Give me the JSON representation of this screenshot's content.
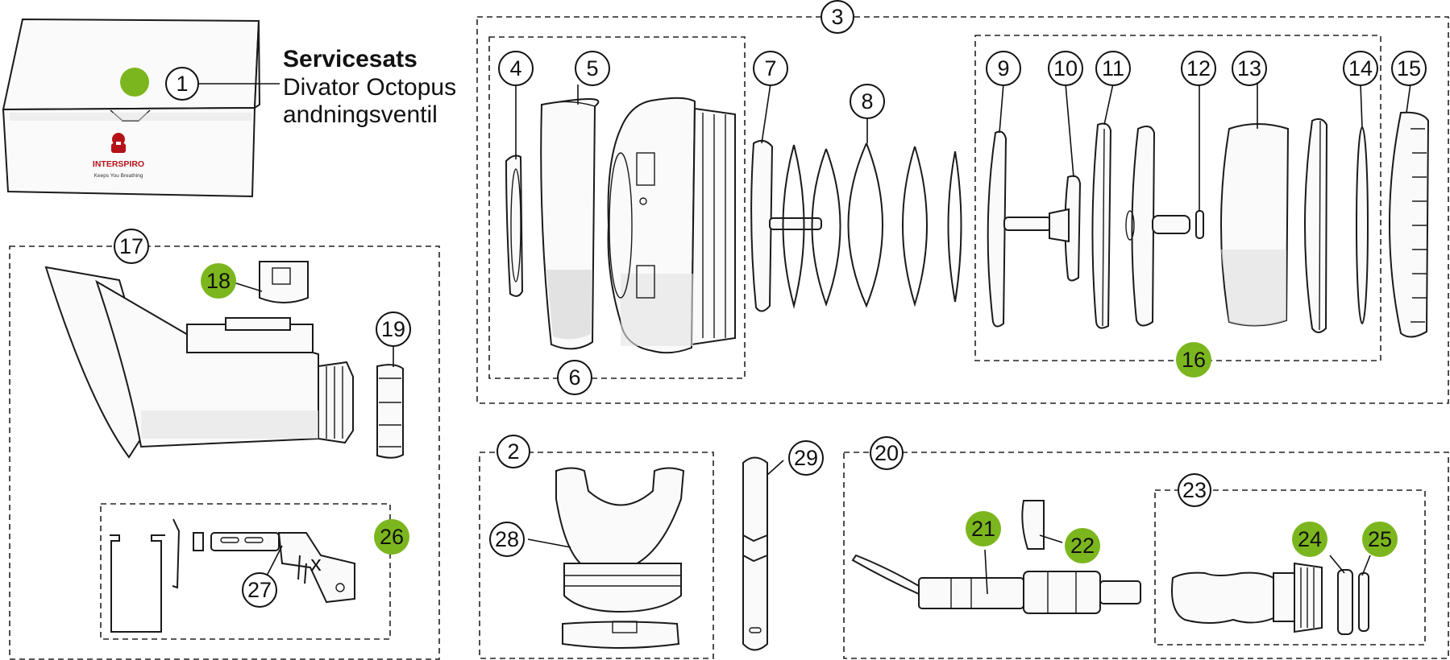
{
  "kit": {
    "title": "Servicesats",
    "line1": "Divator Octopus",
    "line2": "andningsventil",
    "brand": "INTERSPIRO",
    "tagline": "Keeps You Breathing"
  },
  "colors": {
    "highlight": "#7cb61e",
    "brand_red": "#b51218"
  },
  "callouts": {
    "n1": "1",
    "n2": "2",
    "n3": "3",
    "n4": "4",
    "n5": "5",
    "n6": "6",
    "n7": "7",
    "n8": "8",
    "n9": "9",
    "n10": "10",
    "n11": "11",
    "n12": "12",
    "n13": "13",
    "n14": "14",
    "n15": "15",
    "n16": "16",
    "n17": "17",
    "n18": "18",
    "n19": "19",
    "n20": "20",
    "n21": "21",
    "n22": "22",
    "n23": "23",
    "n24": "24",
    "n25": "25",
    "n26": "26",
    "n27": "27",
    "n28": "28",
    "n29": "29"
  },
  "highlighted_parts": [
    "16",
    "18",
    "21",
    "22",
    "24",
    "25",
    "26"
  ],
  "small_mark": "x"
}
